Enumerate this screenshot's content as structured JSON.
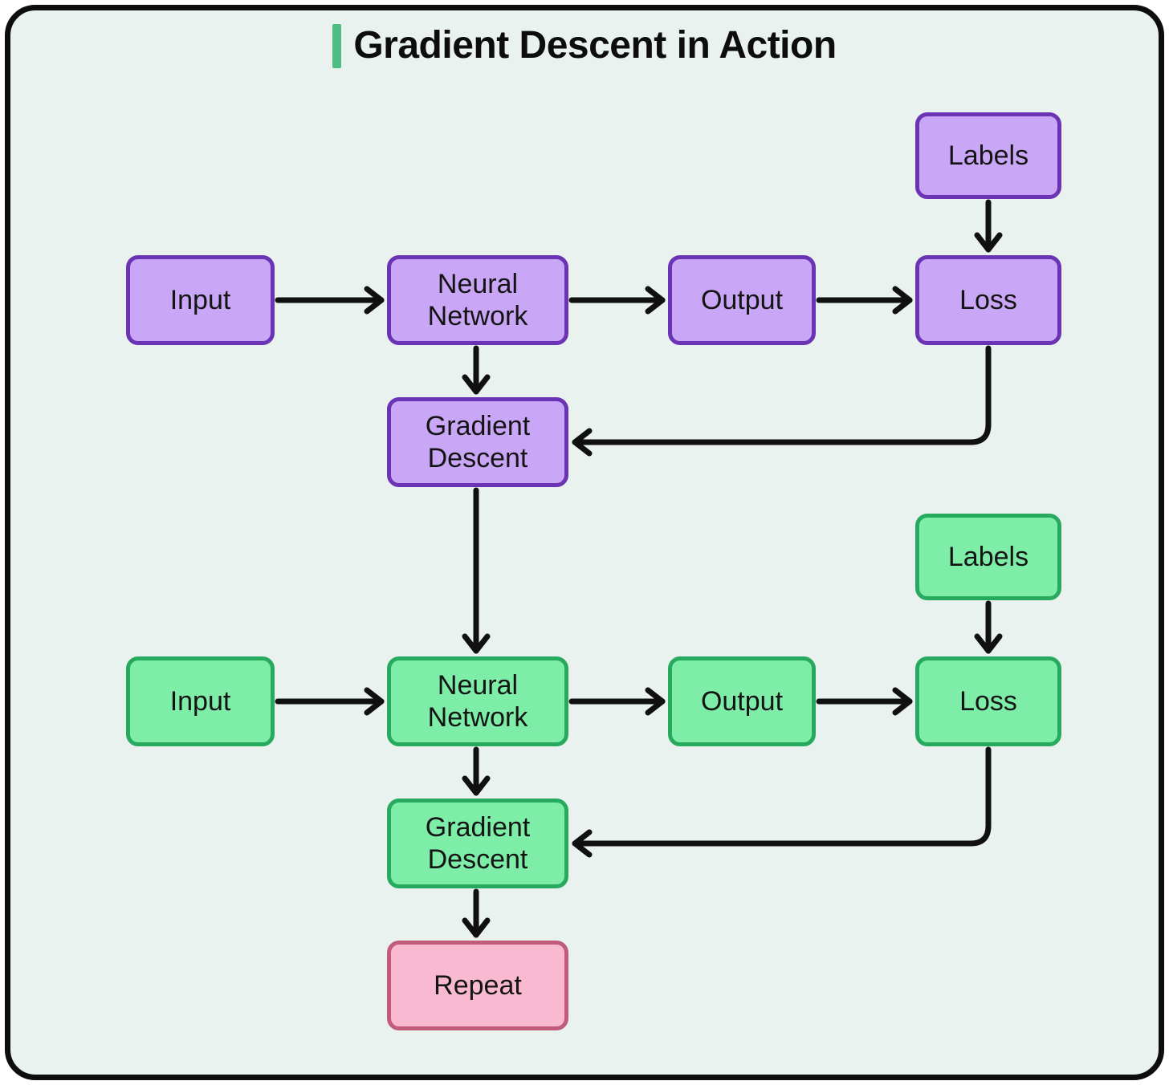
{
  "title": "Gradient Descent in Action",
  "colors": {
    "page_background": "#ffffff",
    "canvas_background": "#e9f2ee",
    "canvas_border": "#0d0d0d",
    "title_accent_bar": "#4dbd82",
    "text": "#141414",
    "arrow": "#101010",
    "pass1_fill": "#c9a7f6",
    "pass1_border": "#6a34b5",
    "pass2_fill": "#7deda7",
    "pass2_border": "#27aa5d",
    "repeat_fill": "#f9b9d1",
    "repeat_border": "#c25a79"
  },
  "diagram": {
    "iterations": [
      {
        "name": "first-pass",
        "theme": "purple",
        "nodes": {
          "labels": "Labels",
          "input": "Input",
          "network": "Neural Network",
          "output": "Output",
          "loss": "Loss",
          "gradient_descent": "Gradient Descent"
        }
      },
      {
        "name": "second-pass",
        "theme": "green",
        "nodes": {
          "labels": "Labels",
          "input": "Input",
          "network": "Neural Network",
          "output": "Output",
          "loss": "Loss",
          "gradient_descent": "Gradient Descent"
        }
      }
    ],
    "repeat_label": "Repeat"
  }
}
